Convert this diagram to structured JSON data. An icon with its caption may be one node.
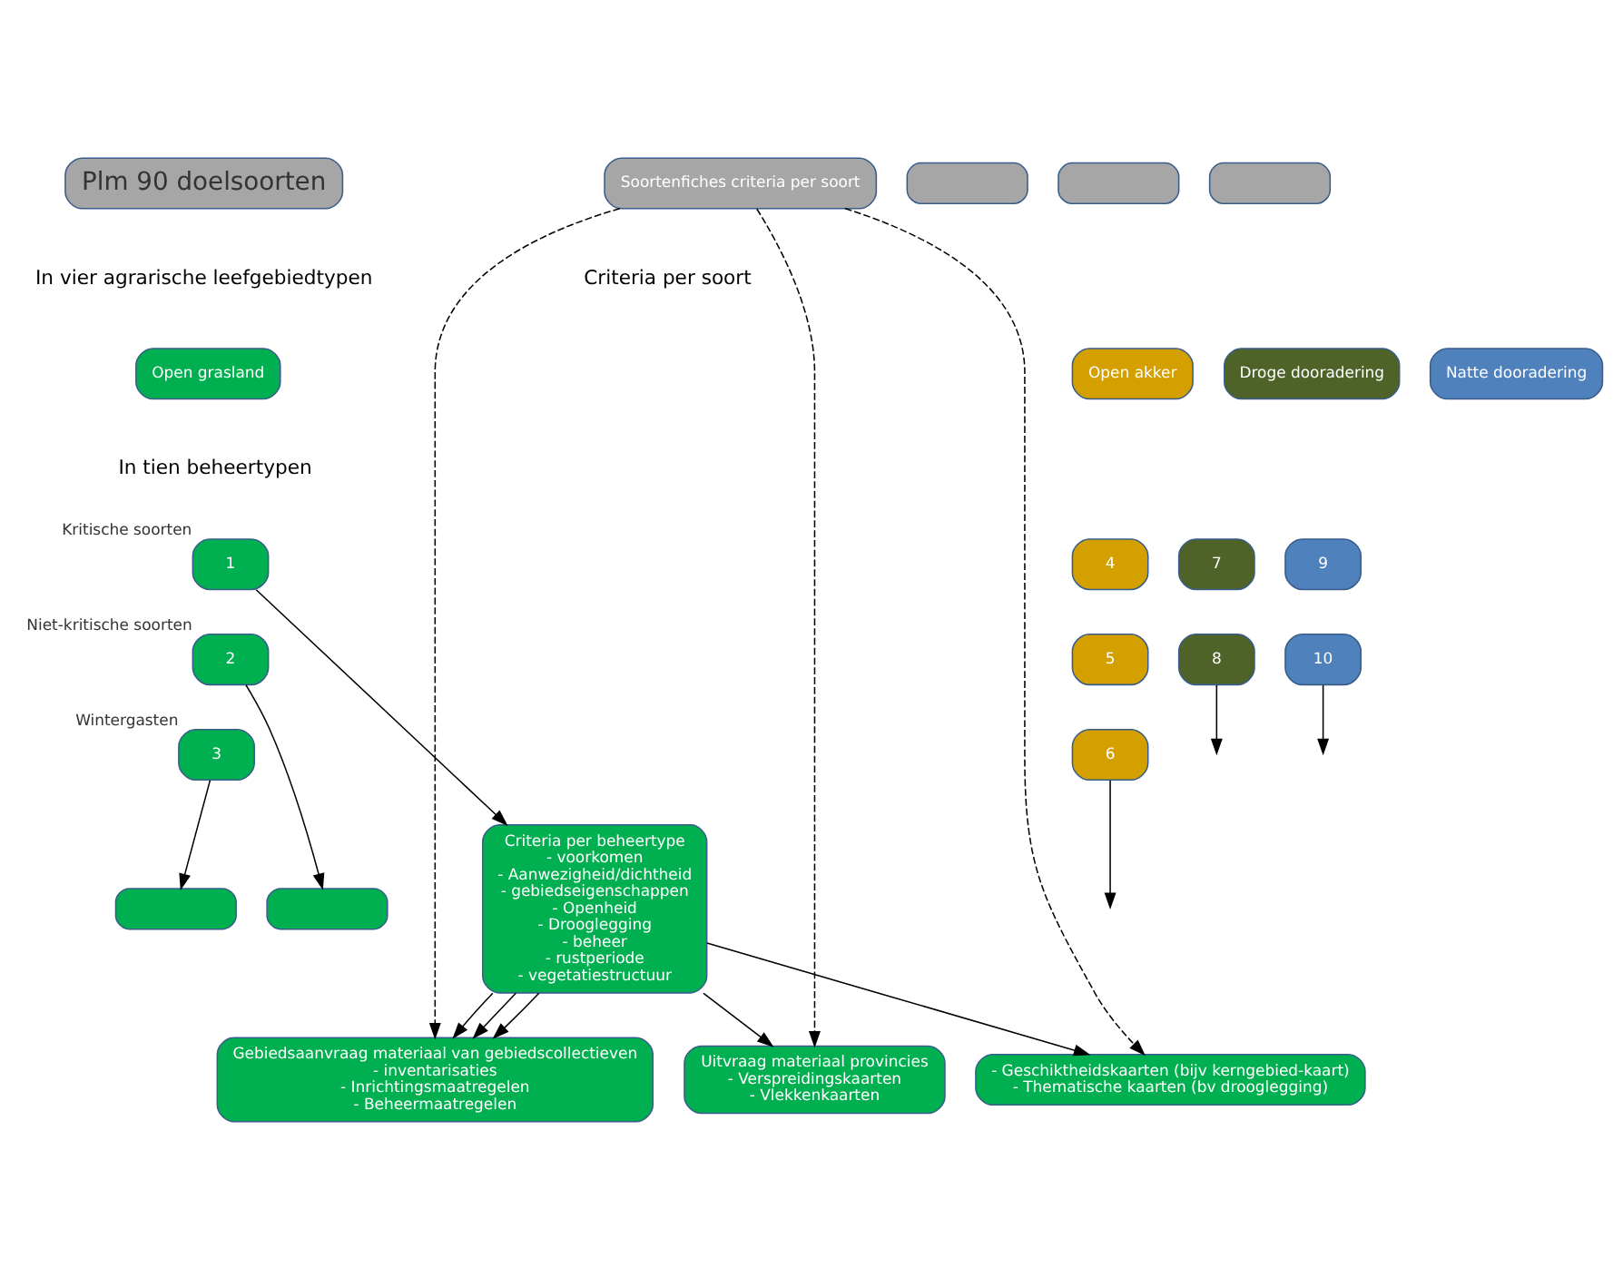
{
  "diagram": {
    "nodes": [
      {
        "text": [
          "Plm 90 doelsoorten"
        ]
      },
      {
        "text": [],
        "shape": "box"
      },
      {
        "text": [],
        "shape": "box"
      },
      {
        "text": [],
        "shape": "box"
      },
      {
        "text": [
          "Soortenfiches criteria per soort"
        ]
      },
      {
        "text": [
          "Open grasland"
        ]
      },
      {
        "text": [
          "Open akker"
        ]
      },
      {
        "text": [
          "Droge dooradering"
        ]
      },
      {
        "text": [
          "Natte dooradering"
        ]
      },
      {
        "text": [
          "1"
        ],
        "beside": [
          "Kritische soorten"
        ]
      },
      {
        "text": [
          "2"
        ],
        "beside": [
          "Niet-kritische soorten"
        ]
      },
      {
        "text": [
          "3"
        ],
        "beside": [
          "Wintergasten"
        ]
      },
      {
        "text": [
          "4"
        ]
      },
      {
        "text": [
          "5"
        ]
      },
      {
        "text": [
          "6"
        ]
      },
      {
        "text": [
          "7"
        ]
      },
      {
        "text": [
          "8"
        ]
      },
      {
        "text": [
          "9"
        ]
      },
      {
        "text": [
          "10"
        ]
      },
      {
        "text": [],
        "shape": "box"
      },
      {
        "text": [],
        "shape": "box"
      },
      {
        "text": [
          "Criteria per beheertype",
          "- voorkomen",
          "- Aanwezigheid/dichtheid",
          "- gebiedseigenschappen",
          "- Openheid",
          "- Drooglegging",
          "- beheer",
          "- rustperiode",
          "- vegetatiestructuur"
        ]
      },
      {
        "text": [
          "Uitvraag materiaal provincies",
          "- Verspreidingskaarten",
          "- Vlekkenkaarten"
        ]
      },
      {
        "text": [
          "- Geschiktheidskaarten (bijv kerngebied-kaart)",
          "- Thematische kaarten (bv drooglegging)"
        ]
      },
      {
        "text": [
          "Gebiedsaanvraag materiaal van gebiedscollectieven",
          "- inventarisaties",
          "- Inrichtingsmaatregelen",
          "- Beheermaatregelen"
        ]
      }
    ],
    "edges": [
      {
        "from": 9,
        "to": 21,
        "arrow": "to"
      },
      {
        "from": 10,
        "to": 20,
        "arrow": "to"
      },
      {
        "from": 11,
        "to": 19,
        "arrow": "to"
      },
      {
        "from": 14,
        "to": null,
        "arrow": "to"
      },
      {
        "from": 16,
        "to": null,
        "arrow": "to"
      },
      {
        "from": 18,
        "to": null,
        "arrow": "to"
      },
      {
        "from": 21,
        "to": 22,
        "arrow": "to"
      },
      {
        "from": 21,
        "to": 24,
        "arrow": "to"
      },
      {
        "from": 21,
        "to": 23,
        "arrow": "to"
      },
      {
        "from": 21,
        "to": 24,
        "arrow": "to"
      },
      {
        "from": 21,
        "to": 24,
        "arrow": "to"
      },
      {
        "from": 4,
        "to": 22,
        "arrow": "to",
        "style": "dashed"
      },
      {
        "from": 4,
        "to": 23,
        "arrow": "to",
        "style": "dashed"
      },
      {
        "from": 4,
        "to": 24,
        "arrow": "to",
        "style": "dashed"
      }
    ],
    "labels": [
      "In vier agrarische leefgebiedtypen",
      "In tien beheertypen",
      "Criteria per soort"
    ]
  }
}
